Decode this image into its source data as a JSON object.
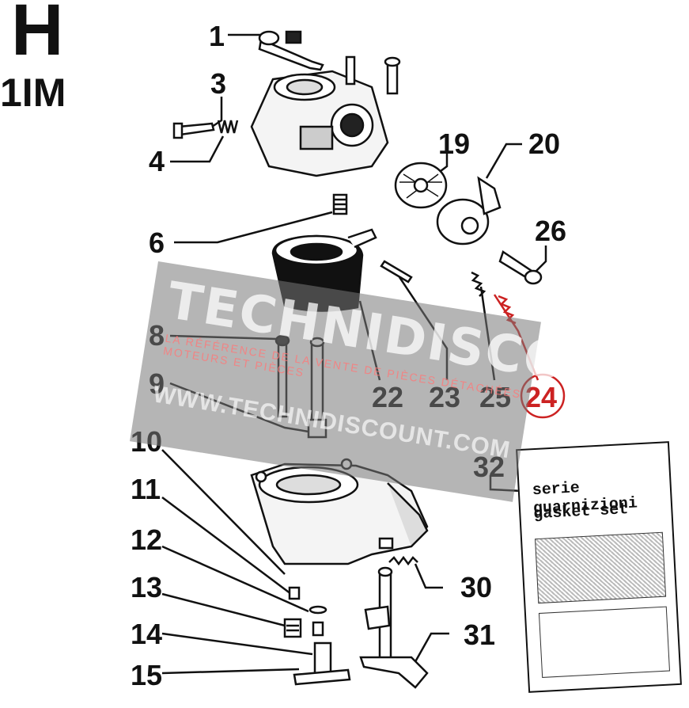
{
  "section": {
    "letter": "H",
    "code": "1IM"
  },
  "callouts": [
    {
      "id": "c1",
      "text": "1"
    },
    {
      "id": "c3",
      "text": "3"
    },
    {
      "id": "c4",
      "text": "4"
    },
    {
      "id": "c6",
      "text": "6"
    },
    {
      "id": "c8",
      "text": "8"
    },
    {
      "id": "c9",
      "text": "9"
    },
    {
      "id": "c10",
      "text": "10"
    },
    {
      "id": "c11",
      "text": "11"
    },
    {
      "id": "c12",
      "text": "12"
    },
    {
      "id": "c13",
      "text": "13"
    },
    {
      "id": "c14",
      "text": "14"
    },
    {
      "id": "c15",
      "text": "15"
    },
    {
      "id": "c19",
      "text": "19"
    },
    {
      "id": "c20",
      "text": "20"
    },
    {
      "id": "c22",
      "text": "22"
    },
    {
      "id": "c23",
      "text": "23"
    },
    {
      "id": "c24",
      "text": "24"
    },
    {
      "id": "c25",
      "text": "25"
    },
    {
      "id": "c26",
      "text": "26"
    },
    {
      "id": "c30",
      "text": "30"
    },
    {
      "id": "c31",
      "text": "31"
    },
    {
      "id": "c32",
      "text": "32"
    }
  ],
  "gasket_set": {
    "line1": "serie guarnizioni",
    "line2": "gasket set"
  },
  "watermark": {
    "title": "TECHNIDISCOUNT",
    "tagline": "LA RÉFÉRENCE DE LA VENTE DE PIÈCES DÉTACHÉES MOTEURS ET PIÈCES",
    "url": "WWW.TECHNIDISCOUNT.COM"
  },
  "colors": {
    "ink": "#111111",
    "highlight": "#cc2222",
    "watermark": "#787878"
  }
}
